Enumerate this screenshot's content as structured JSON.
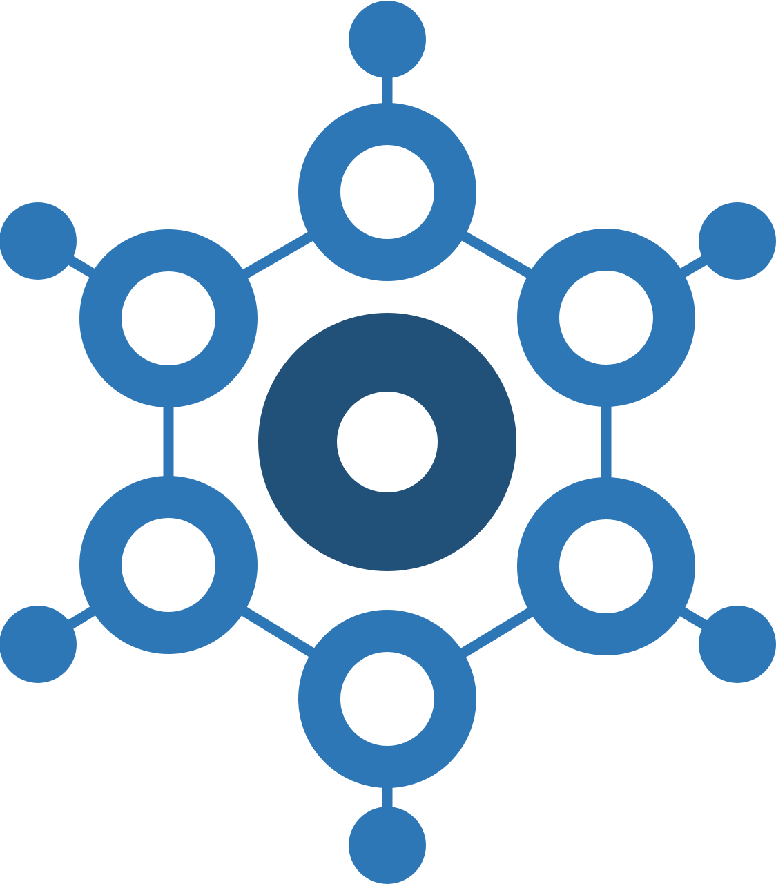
{
  "graphic": {
    "icon": "network-hub-icon",
    "colors": {
      "node": "#2e77b7",
      "hub": "#215078",
      "background": "#ffffff"
    },
    "ring_nodes": [
      {
        "id": "top"
      },
      {
        "id": "upper-right"
      },
      {
        "id": "lower-right"
      },
      {
        "id": "bottom"
      },
      {
        "id": "lower-left"
      },
      {
        "id": "upper-left"
      }
    ],
    "satellite_count": 6
  }
}
